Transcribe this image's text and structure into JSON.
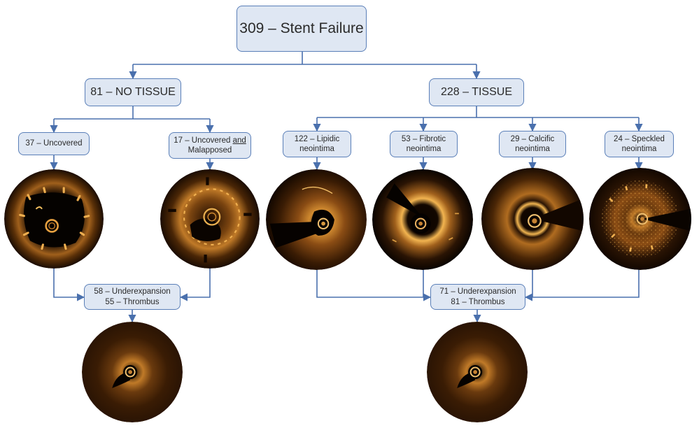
{
  "root": {
    "label": "309 – Stent Failure"
  },
  "no_tissue": {
    "label": "81 – NO TISSUE",
    "uncovered": {
      "label": "37 – Uncovered"
    },
    "malapposed": {
      "line1": "17 – Uncovered ",
      "line1_underlined": "and",
      "line2": "Malapposed"
    },
    "outcome": {
      "line1": "58 – Underexpansion",
      "line2": "55 – Thrombus"
    }
  },
  "tissue": {
    "label": "228 – TISSUE",
    "lipidic": {
      "line1": "122 – Lipidic",
      "line2": "neointima"
    },
    "fibrotic": {
      "line1": "53 – Fibrotic",
      "line2": "neointima"
    },
    "calcific": {
      "line1": "29 – Calcific",
      "line2": "neointima"
    },
    "speckled": {
      "line1": "24 – Speckled",
      "line2": "neointima"
    },
    "outcome": {
      "line1": "71 – Underexpansion",
      "line2": "81 – Thrombus"
    }
  },
  "colors": {
    "box_fill": "#dfe7f3",
    "box_border": "#5a7fb8",
    "connector": "#4a70ad",
    "oct_dark": "#1a0c02",
    "oct_bright": "#e09a3a"
  }
}
